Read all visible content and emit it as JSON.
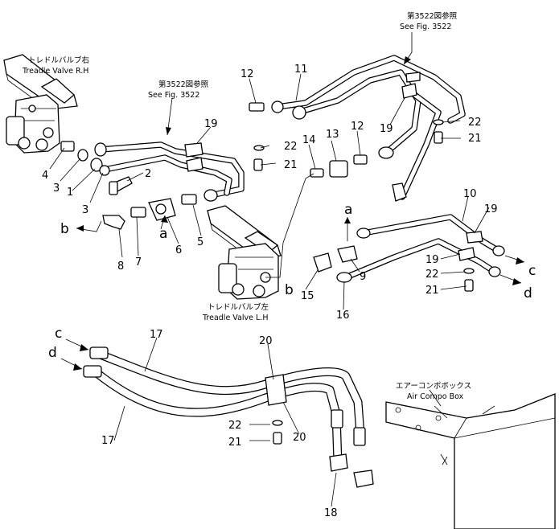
{
  "captions": {
    "valve_rh_jp": "トレドルバルブ右",
    "valve_rh_en": "Treadle Valve R.H",
    "valve_lh_jp": "トレドルバルブ左",
    "valve_lh_en": "Treadle Valve L.H",
    "ref_jp": "第3522図参照",
    "ref_en": "See Fig. 3522",
    "box_jp": "エアーコンポボックス",
    "box_en": "Air Compo Box"
  },
  "part_numbers": [
    "1",
    "2",
    "3",
    "4",
    "5",
    "6",
    "7",
    "8",
    "9",
    "10",
    "11",
    "12",
    "13",
    "14",
    "15",
    "16",
    "17",
    "18",
    "19",
    "20",
    "21",
    "22"
  ],
  "connection_letters": [
    "a",
    "b",
    "c",
    "d"
  ],
  "icons": [
    "treadle-valve-icon",
    "fitting-icon",
    "elbow-icon",
    "tube-icon",
    "hose-icon",
    "clamp-icon",
    "bolt-icon",
    "washer-icon",
    "box-icon",
    "arrow-icon"
  ]
}
